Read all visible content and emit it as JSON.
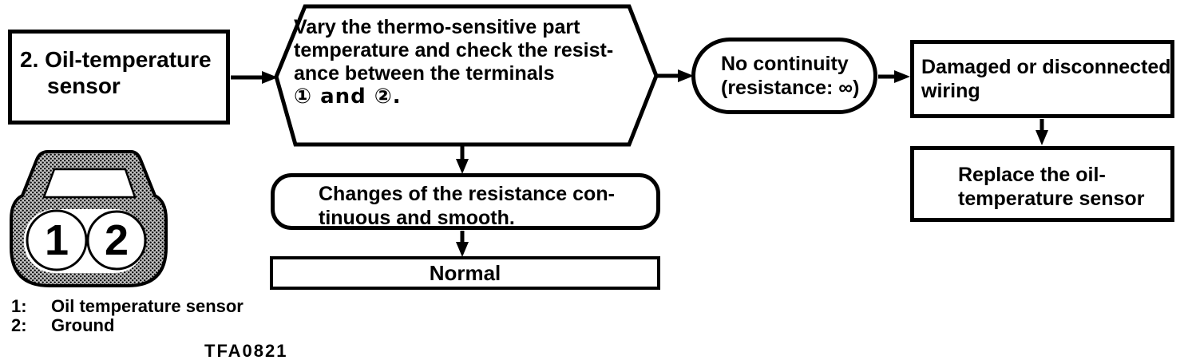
{
  "flowchart": {
    "start": {
      "line1": "2. Oil-temperature",
      "line2": "sensor"
    },
    "test_step": {
      "line1": "Vary the thermo-sensitive part",
      "line2": "temperature and check the resist-",
      "line3": "ance between the terminals",
      "line4": "① and ②."
    },
    "fail_result": {
      "line1": "No continuity",
      "line2": "(resistance: ∞)"
    },
    "fail_cause": {
      "line1": "Damaged or disconnected",
      "line2": "wiring"
    },
    "fail_action": {
      "line1": "Replace the oil-",
      "line2": "temperature sensor"
    },
    "pass_result": {
      "line1": "Changes of the resistance con-",
      "line2": "tinuous and smooth."
    },
    "pass_verdict": "Normal"
  },
  "connector": {
    "pin1_label": "1",
    "pin2_label": "2",
    "legend": {
      "item1_num": "1:",
      "item1_text": "Oil temperature sensor",
      "item2_num": "2:",
      "item2_text": "Ground"
    }
  },
  "figure_code": "TFA0821",
  "colors": {
    "ink": "#000000",
    "paper": "#ffffff",
    "halftone": "#9a9a9a"
  }
}
